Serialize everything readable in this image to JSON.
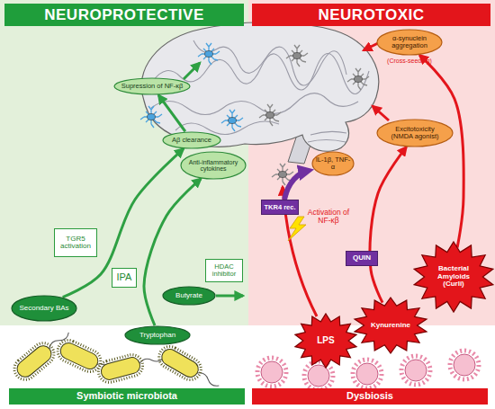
{
  "diagram": {
    "nodes": [
      {
        "text": [
          "NEUROPROTECTIVE"
        ]
      },
      {
        "text": [
          "NEUROTOXIC"
        ]
      },
      {
        "text": [
          "α-synuclein aggregation"
        ]
      },
      {
        "text": [
          "Supression of NF-κβ"
        ]
      },
      {
        "text": [
          "Excitotoxicity (NMDA agonist)"
        ]
      },
      {
        "text": [
          "Aβ clearance"
        ]
      },
      {
        "text": [
          "Anti-inflammatory cytokines"
        ]
      },
      {
        "text": [
          "IL-1β, TNF-α"
        ]
      },
      {
        "text": [
          "TKR4 rec."
        ]
      },
      {
        "text": [
          "TGR5 activation"
        ]
      },
      {
        "text": [
          "Bacterial Amyloids (Curli)"
        ]
      },
      {
        "text": [
          "QUIN"
        ]
      },
      {
        "text": [
          "HDAC inhibitor"
        ]
      },
      {
        "text": [
          "IPA"
        ]
      },
      {
        "text": [
          "Butyrate"
        ]
      },
      {
        "text": [
          "Secondary BAs"
        ]
      },
      {
        "text": [
          "Kynurenine"
        ]
      },
      {
        "text": [
          "LPS"
        ]
      },
      {
        "text": [
          "Tryptophan"
        ]
      },
      {
        "text": [
          "Symbiotic microbiota"
        ]
      },
      {
        "text": [
          "Dysbiosis"
        ]
      }
    ],
    "edges": [
      {
        "from": 5,
        "to": 3,
        "arrow": "to"
      },
      {
        "from": 15,
        "to": 5,
        "arrow": "to"
      },
      {
        "from": 18,
        "to": 6,
        "arrow": "to"
      },
      {
        "from": 16,
        "to": 4,
        "arrow": "to"
      },
      {
        "from": 10,
        "to": 2,
        "arrow": "to"
      }
    ],
    "labels": [
      "(Cross-seeding)",
      "Activation of NF-κβ"
    ]
  }
}
